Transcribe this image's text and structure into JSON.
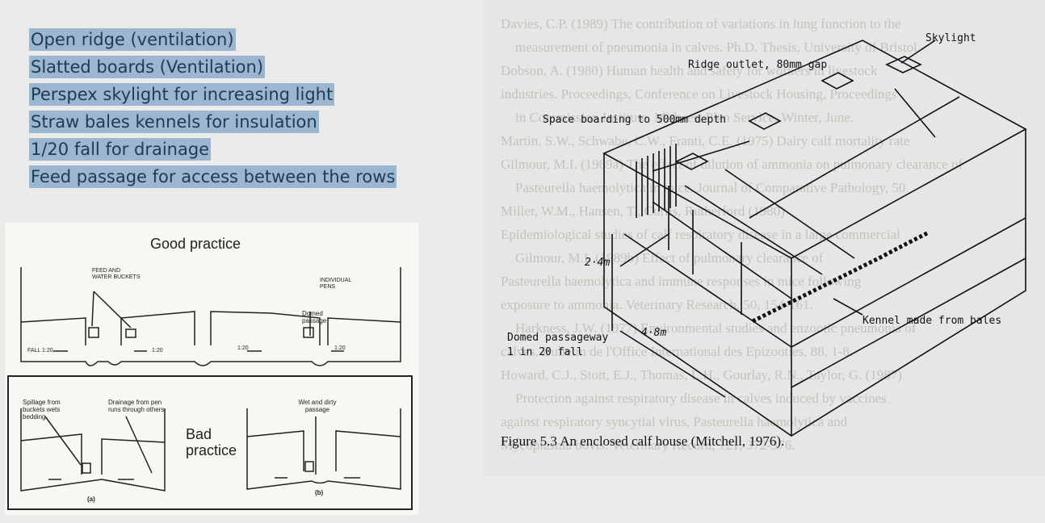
{
  "bullets": [
    "Open ridge (ventilation)",
    "Slatted boards (Ventilation)",
    "Perspex skylight for increasing light",
    "Straw bales kennels for insulation",
    "1/20 fall for drainage",
    "Feed passage for access between the rows"
  ],
  "left_figure": {
    "good_title": "Good practice",
    "feed_water": "FEED AND WATER BUCKETS",
    "individual_pens": "INDIVIDUAL PENS",
    "domed_passage": "Domed passage",
    "fall": "FALL 1:20",
    "ratio_a": "1:20",
    "ratio_b": "1:20",
    "ratio_c": "1:20",
    "spillage": "Spillage from buckets wets bedding",
    "drainage": "Drainage from pen runs through others",
    "wet_dirty": "Wet and dirty passage",
    "bad_practice": "Bad practice",
    "label_a": "(a)",
    "label_b": "(b)"
  },
  "right_figure": {
    "skylight": "Skylight",
    "ridge_outlet": "Ridge outlet, 80mm gap",
    "space_boarding": "Space boarding to 500mm depth",
    "height": "2·4m",
    "width": "4·8m",
    "kennel": "Kennel made from bales",
    "domed_passageway_1": "Domed passageway",
    "domed_passageway_2": "1 in 20 fall",
    "caption": "Figure 5.3   An enclosed calf house (Mitchell, 1976).",
    "background_text": [
      "Davies, C.P. (1989) The contribution of variations in lung function to the",
      "measurement of pneumonia in calves. Ph.D. Thesis, University of Bristol.",
      "Dobson, A. (1980) Human health and safety for workers in livestock",
      "industries. Proceedings, Conference on Livestock Housing, Proceedings",
      "in Commission Institute, Midwest Plan Service, Winter, June.",
      "Martin, S.W., Schwabe, C.W., Franti, C.E. (1975) Dairy calf mortality rate",
      "Gilmour, M.I. (1989a) The effect of dilution of ammonia on pulmonary clearance of",
      "Pasteurella haemolytica in mice. Journal of Comparative Pathology, 50",
      "Miller, W.M., Hansen, T., Curtis, Rutherford (1980)",
      "Epidemiological studies of calf respiratory disease in a large commercial",
      "Gilmour, M.I. (1989b) Effect of pulmonary clearance of",
      "Pasteurella haemolytica and immune responses in mice following",
      "exposure to ammonia. Veterinary Research, 50, 154-161.",
      "Harkness, J.W. (1977) Environmental studies and enzootic pneumonia of",
      "calves. Bulletin de l'Office International des Epizooties, 88, 1-8.",
      "Howard, C.J., Stott, E.J., Thomas, L.H., Gourlay, R.N., Taylor, G. (1987)",
      "Protection against respiratory disease in calves induced by vaccines",
      "against respiratory syncytial virus, Pasteurella haemolytica and",
      "Mycoplasma bovis. Veterinary Record, 121, 372-376."
    ]
  }
}
